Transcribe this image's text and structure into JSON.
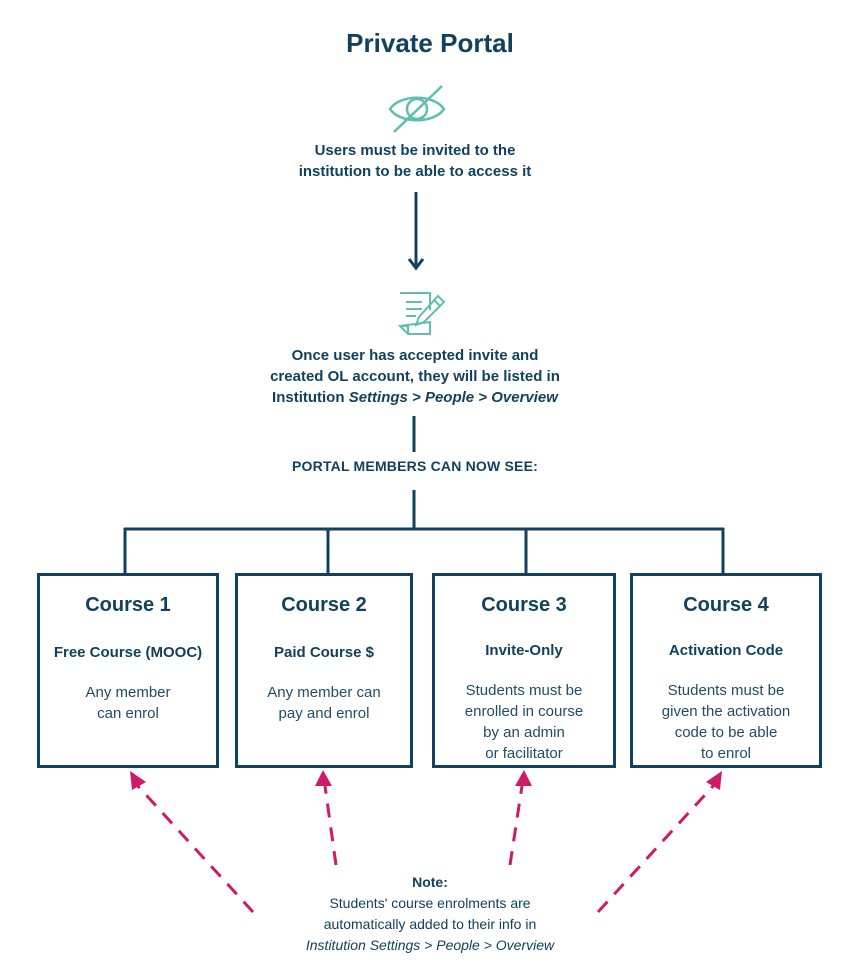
{
  "title": "Private Portal",
  "step1": {
    "icon": "eye-slash-icon",
    "line1": "Users must be invited to the",
    "line2": "institution to be able to access it"
  },
  "step2": {
    "icon": "document-pen-icon",
    "line1": "Once user has accepted invite and",
    "line2": "created OL account, they will be listed in",
    "line3_prefix": "Institution ",
    "line3_italic": "Settings > People > Overview"
  },
  "members_heading": "PORTAL MEMBERS CAN NOW SEE:",
  "courses": [
    {
      "title": "Course 1",
      "type": "Free Course (MOOC)",
      "desc": [
        "Any member",
        "can enrol"
      ]
    },
    {
      "title": "Course 2",
      "type": "Paid Course $",
      "desc": [
        "Any member can",
        "pay and enrol"
      ]
    },
    {
      "title": "Course 3",
      "type": "Invite-Only",
      "desc": [
        "Students must be",
        "enrolled in course",
        "by an admin",
        "or facilitator"
      ]
    },
    {
      "title": "Course 4",
      "type": "Activation Code",
      "desc": [
        "Students must be",
        "given the activation",
        "code to be able",
        "to enrol"
      ]
    }
  ],
  "note": {
    "label": "Note:",
    "line1": "Students' course enrolments are",
    "line2": "automatically added to their info in",
    "line3_italic": "Institution Settings >  People > Overview"
  },
  "colors": {
    "primary": "#11415e",
    "accent": "#cf1a6c",
    "icon": "#5fbfae"
  }
}
